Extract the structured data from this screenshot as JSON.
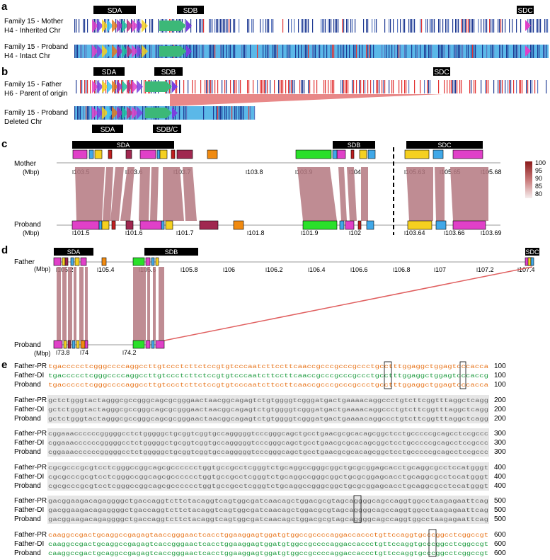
{
  "panels": {
    "a": {
      "letter": "a",
      "row1_label": [
        "Family 15 - Mother",
        "H4 - Inherited Chr"
      ],
      "row2_label": [
        "Family 15 - Proband",
        "H4 - Intact Chr"
      ],
      "tags": [
        "SDA",
        "SDB",
        "SDC"
      ]
    },
    "b": {
      "letter": "b",
      "row1_label": [
        "Family 15 - Father",
        "H6 - Parent of origin"
      ],
      "row2_label": [
        "Family 15 - Proband",
        "Deleted Chr"
      ],
      "tags_top": [
        "SDA",
        "SDB",
        "SDC"
      ],
      "tags_bottom": [
        "SDA",
        "SDB/C"
      ]
    },
    "c": {
      "letter": "c",
      "top_label": "Mother",
      "bottom_label": "Proband",
      "unit": "(Mbp)",
      "tags": [
        "SDA",
        "SDB",
        "SDC"
      ],
      "top_ticks": [
        "103.5",
        "103.6",
        "103.7",
        "103.8",
        "103.9",
        "104",
        "105.63",
        "105.65",
        "105.68"
      ],
      "bottom_ticks": [
        "101.5",
        "101.6",
        "101.7",
        "101.8",
        "101.9",
        "102",
        "103.64",
        "103.66",
        "103.69"
      ],
      "legend_values": [
        "100",
        "95",
        "90",
        "85",
        "80"
      ]
    },
    "d": {
      "letter": "d",
      "top_label": "Father",
      "bottom_label": "Proband",
      "unit": "(Mbp)",
      "tags": [
        "SDA",
        "SDB",
        "SDC"
      ],
      "top_ticks": [
        "105.2",
        "105.4",
        "105.6",
        "105.8",
        "106",
        "106.2",
        "106.4",
        "106.6",
        "106.8",
        "107",
        "107.2",
        "107.4"
      ],
      "bottom_ticks": [
        "73.8",
        "74",
        "74.2"
      ]
    },
    "e": {
      "letter": "e",
      "blocks": [
        {
          "pos": "100",
          "rows": [
            {
              "name": "Father-PR",
              "seq": "tgaccccctcgggccccaggccttgtccctcttctccgtgtcccaatcttccttcaaccgcccgcccgccctgcctttggaggctggagtcccacca"
            },
            {
              "name": "Father-DI",
              "seq": "tgaccccctcgggccccaggccttgtccctcttctccgtgtcccaatcttccttcaaccgcccgcccgccctgcctttggaggctggagtcccaccg"
            },
            {
              "name": "Proband",
              "seq": "tgaccccctcgggccccaggccttgtccctcttctccgtgtcccaatcttccttcaaccgcccgcccgccctgcctttggaggctggagtcccacca"
            }
          ]
        },
        {
          "pos": "200",
          "rows": [
            {
              "name": "Father-PR",
              "seq": "gctctgggtactagggcgccgggcagcgcgggaactaacggcagagtctgtggggtcgggatgactgaaaacaggccctgtcttcggtttaggctcagg"
            },
            {
              "name": "Father-DI",
              "seq": "gctctgggtactagggcgccgggcagcgcgggaactaacggcagagtctgtggggtcgggatgactgaaaacaggccctgtcttcggtttaggctcagg"
            },
            {
              "name": "Proband",
              "seq": "gctctgggtactagggcgccgggcagcgcgggaactaacggcagagtctgtggggtcgggatgactgaaaacaggccctgtcttcggtttaggctcagg"
            }
          ]
        },
        {
          "pos": "300",
          "rows": [
            {
              "name": "Father-PR",
              "seq": "cggaaaccccccgggggcctctgggggctgcggtcggtgccagggggtcccgggcagctgcctgaacgcgcacagcggctcctgcccccgcagcctccgccc"
            },
            {
              "name": "Father-DI",
              "seq": "cggaaaccccccgggggcctctgggggctgcggtcggtgccagggggtcccgggcagctgcctgaacgcgcacagcggctcctgcccccgcagcctccgccc"
            },
            {
              "name": "Proband",
              "seq": "cggaaaccccccgggggcctctgggggctgcggtcggtgccagggggtcccgggcagctgcctgaacgcgcacagcggctcctgcccccgcagcctccgccc"
            }
          ]
        },
        {
          "pos": "400",
          "rows": [
            {
              "name": "Father-PR",
              "seq": "cgcgcccgcgtcctcgggccggcagcgcccccctggtgccgcctcgggtctgcaggccgggcggctgcgcggagcacctgcaggcgcctccatgggt"
            },
            {
              "name": "Father-DI",
              "seq": "cgcgcccgcgtcctcgggccggcagcgcccccctggtgccgcctcgggtctgcaggccgggcggctgcgcggagcacctgcaggcgcctccatgggt"
            },
            {
              "name": "Proband",
              "seq": "cgcgcccgcgtcctcgggccggcagcgcccccctggtgccgcctcgggtctgcaggccgggcggctgcgcggagcacctgcaggcgcctccatgggt"
            }
          ]
        },
        {
          "pos": "500",
          "rows": [
            {
              "name": "Father-PR",
              "seq": "gacggaagacagaggggctgaccaggtcttctacaggtcagtggcgatcaacagctggacgcgtagcaggggcagccaggtggcctaagagaattcag"
            },
            {
              "name": "Father-DI",
              "seq": "gacggaagacagaggggctgaccaggtcttctacaggtcagtggcgatcaacagctggacgcgtagcaggggcagccaggtggcctaagagaattcag"
            },
            {
              "name": "Proband",
              "seq": "gacggaagacagaggggctgaccaggtcttctacaggtcagtggcgatcaacagctggacgcgtagcaggggcagccaggtggcctaagagaattcag"
            }
          ]
        },
        {
          "pos": "600",
          "rows": [
            {
              "name": "Father-PR",
              "seq": "caaggccgactgcaggccgagagtaaccgggaactcacctggaaggagtggatgtggccgccccaggaccaccctgttccaggtgcccggcctcggccgt"
            },
            {
              "name": "Father-DI",
              "seq": "caaggccgactgcaggccgagagtcaccgggaactcacctggaaggagtggatgtggccgccccaggaccaccctgttccaggtgcccggcctcggccgt"
            },
            {
              "name": "Proband",
              "seq": "caaggccgactgcaggccgagagtcaccgggaactcacctggaaggagtggatgtggccgccccaggaccaccctgttccaggtgcccggcctcggccgt"
            }
          ]
        }
      ]
    }
  },
  "colors": {
    "orange": "#e8741a",
    "green": "#1a9a3c",
    "gray_text": "#666666",
    "band_blue": "#1f3a93",
    "light_blue": "#5bb8e8",
    "red": "#e23232",
    "sd_green": "#3cb878",
    "ribbon": "#b47880",
    "link_red": "#e06060"
  }
}
